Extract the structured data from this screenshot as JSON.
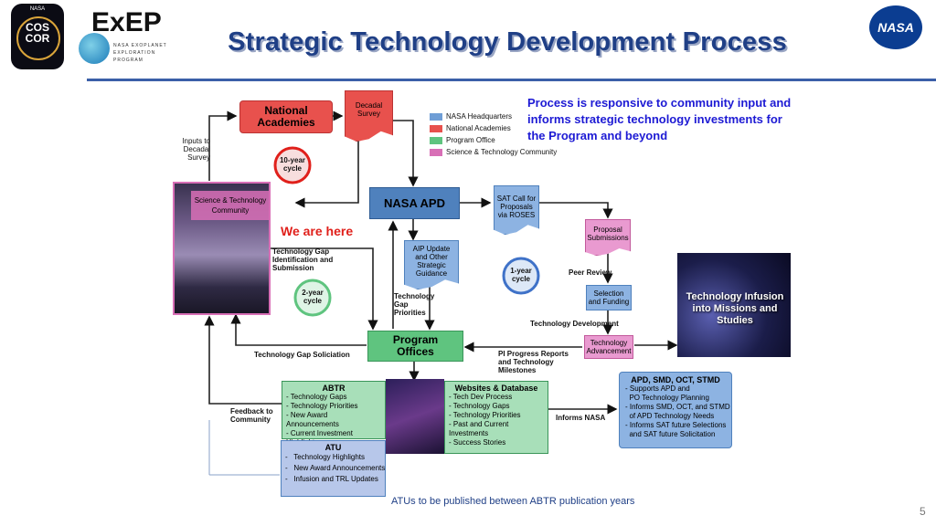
{
  "header": {
    "title": "Strategic Technology Development Process",
    "logo_cosmic": "Physics of the Cosmos / Cosmic Origins",
    "logo_cosmic_top": "NASA",
    "logo_cosmic_main": "COS COR",
    "logo_exep": "ExEP",
    "logo_exep_sub": "NASA EXOPLANET EXPLORATION PROGRAM",
    "logo_nasa": "NASA",
    "page_number": "5"
  },
  "colors": {
    "hq": "#4f81bd",
    "academies": "#e8514d",
    "program": "#5fc47f",
    "community": "#d86fb6",
    "title": "#1f3f86",
    "blue_text": "#1d1ad4",
    "red_text": "#e0201b"
  },
  "legend": [
    {
      "label": "NASA Headquarters",
      "color": "#6f9ed6"
    },
    {
      "label": "National Academies",
      "color": "#e8514d"
    },
    {
      "label": "Program Office",
      "color": "#5fc47f"
    },
    {
      "label": "Science & Technology Community",
      "color": "#d86fb6"
    }
  ],
  "note_top": "Process is responsive to community input and informs strategic technology investments for the Program and beyond",
  "we_are_here": "We are here",
  "nodes": {
    "national_academies": "National Academies",
    "decadal_survey": "Decadal Survey",
    "inputs_to_decadal": "Inputs to Decadal Survey",
    "ten_year": "10-year cycle",
    "community": "Science & Technology Community",
    "nasa_apd": "NASA APD",
    "sat_call": "SAT Call for Proposals via ROSES",
    "proposal_submissions": "Proposal Submissions",
    "aip_update": "AIP Update and Other Strategic Guidance",
    "tech_gap_id": "Technology Gap Identification and Submission",
    "two_year": "2-year cycle",
    "one_year": "1-year cycle",
    "tech_gap_priorities": "Technology Gap Priorities",
    "peer_review": "Peer Review",
    "selection_funding": "Selection and Funding",
    "tech_development": "Technology Development",
    "tech_infusion": "Technology Infusion into Missions and Studies",
    "program_offices": "Program Offices",
    "tech_gap_solicitation": "Technology Gap Soliciation",
    "pi_progress": "PI Progress Reports and Technology Milestones",
    "tech_advancement": "Technology Advancement",
    "feedback": "Feedback to Community",
    "informs_nasa": "Informs NASA"
  },
  "abtr": {
    "title": "ABTR",
    "items": [
      "- Technology Gaps",
      "- Technology Priorities",
      "- New Award Announcements",
      "- Current Investment Highlights"
    ]
  },
  "websites": {
    "title": "Websites & Database",
    "items": [
      "- Tech Dev Process",
      "- Technology Gaps",
      "- Technology Priorities",
      "- Past and Current Investments",
      "- Success Stories"
    ]
  },
  "atu": {
    "title": "ATU",
    "items": [
      "-   Technology Highlights",
      "-   New Award Announcements",
      "-   Infusion and TRL Updates"
    ]
  },
  "apd_box": {
    "title": "APD, SMD, OCT, STMD",
    "items": [
      "- Supports APD and",
      "  PO Technology Planning",
      "- Informs SMD, OCT, and STMD",
      "  of APD Technology Needs",
      "- Informs SAT future Selections",
      "  and SAT future Solicitation"
    ]
  },
  "footer_note": "ATUs to be published between ABTR publication years"
}
